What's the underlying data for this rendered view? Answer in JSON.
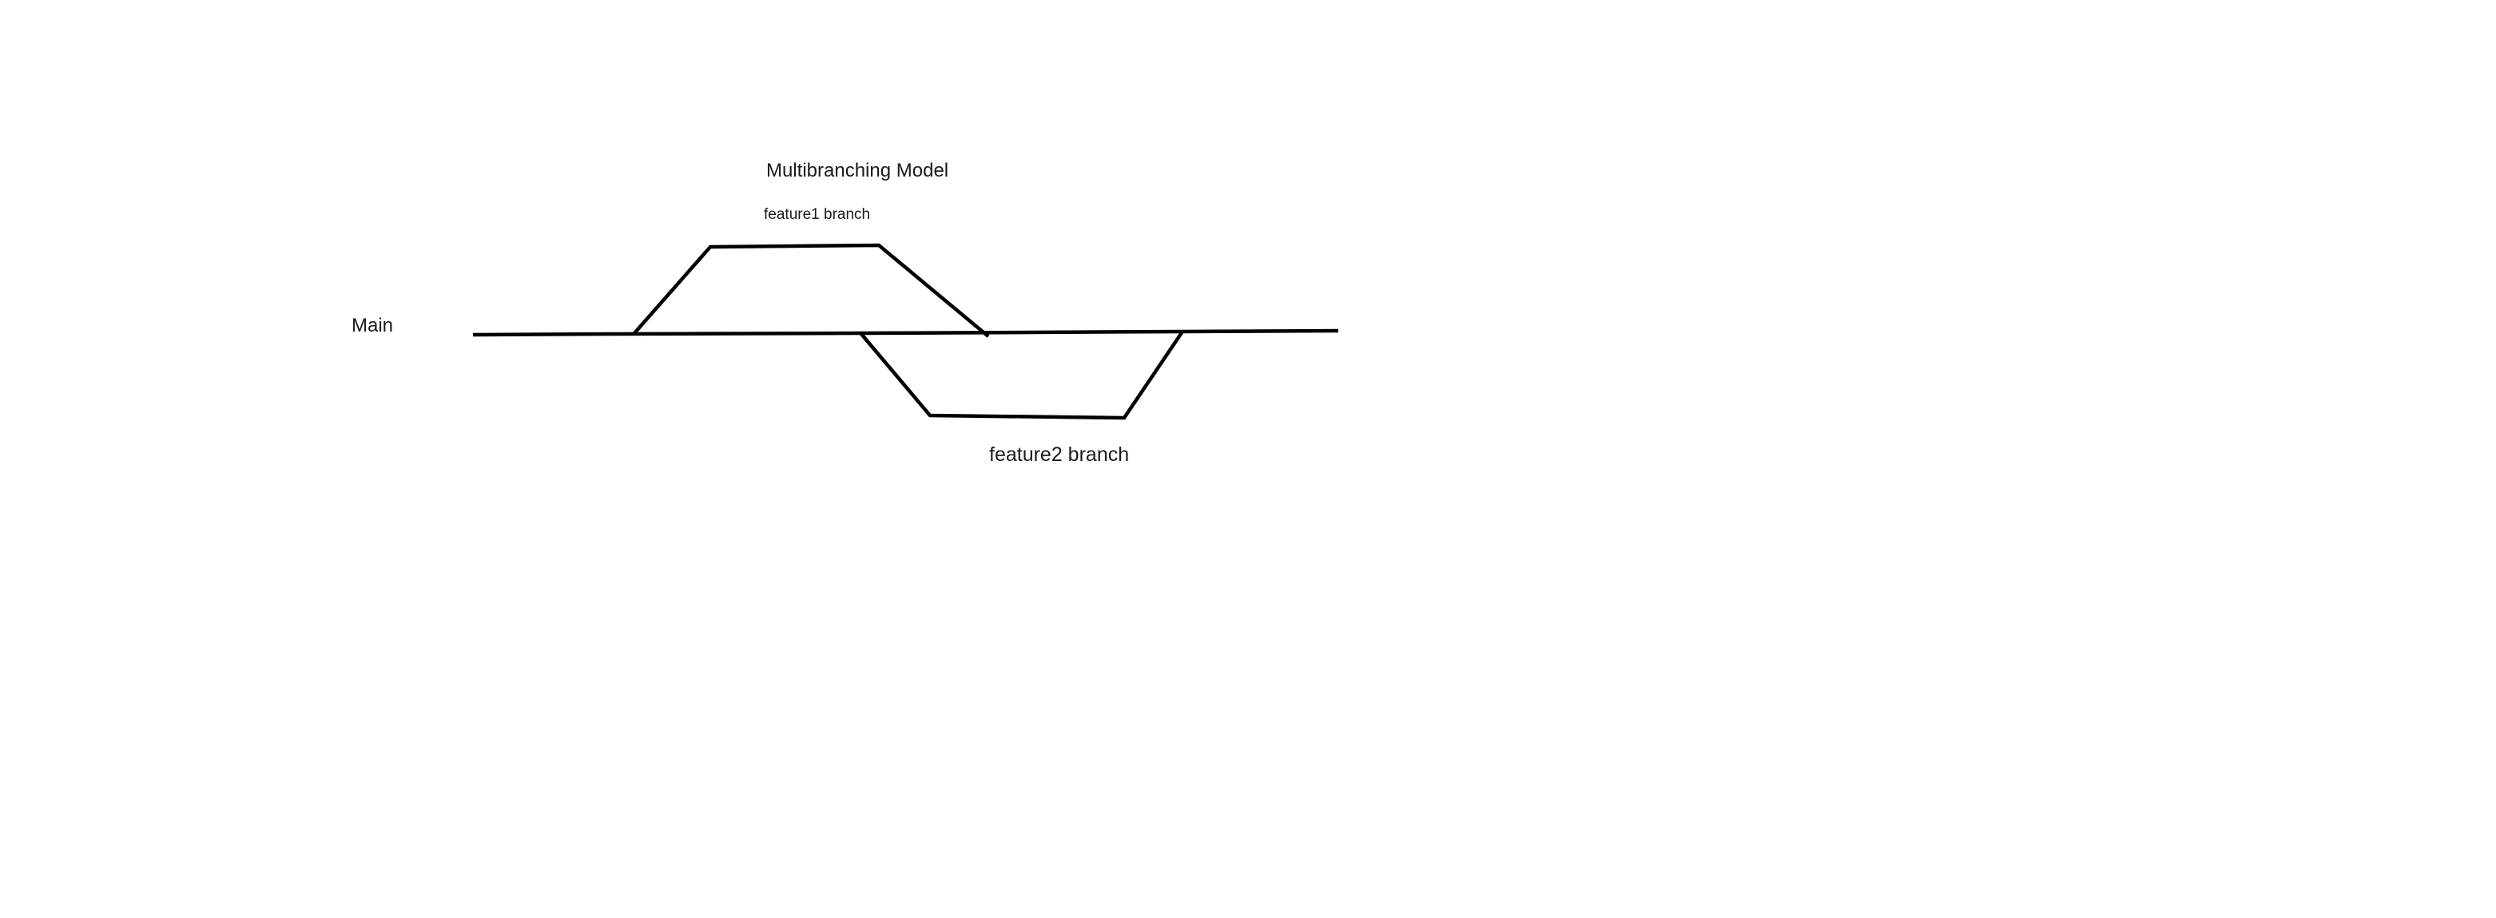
{
  "diagram": {
    "title": "Multibranching Model",
    "branches": {
      "main": {
        "label": "Main"
      },
      "feature1": {
        "label": "feature1 branch"
      },
      "feature2": {
        "label": "feature2 branch"
      }
    },
    "line_color": "#000000",
    "background_color": "#ffffff"
  }
}
